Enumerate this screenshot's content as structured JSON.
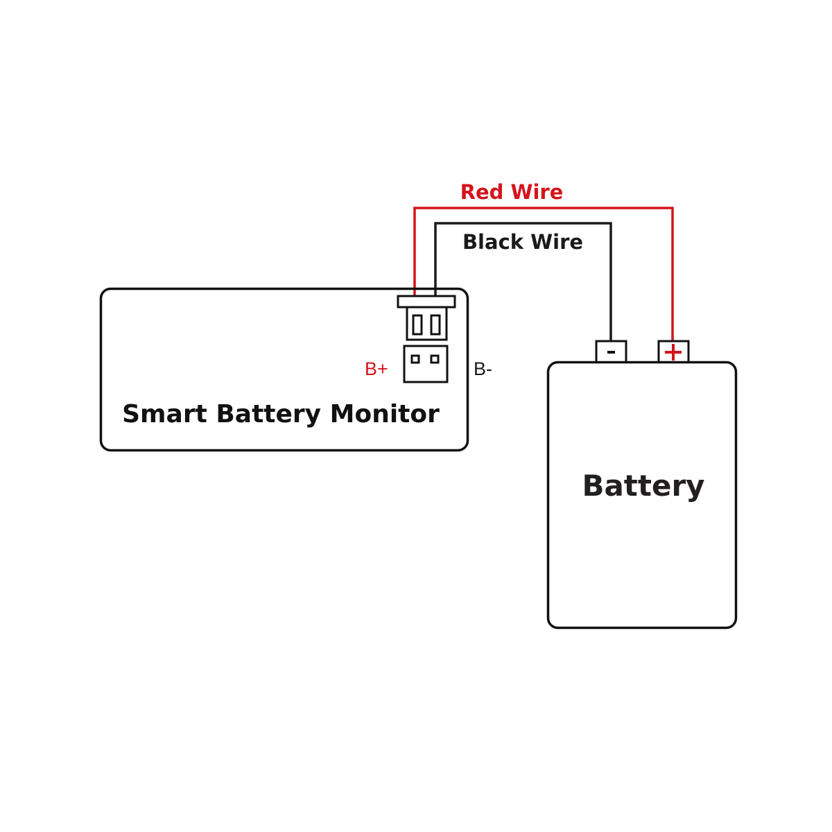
{
  "diagram": {
    "title": "Smart Battery Monitor wiring diagram",
    "colors": {
      "red_wire": "#d4141c",
      "black_wire": "#1a1a1a",
      "outline": "#111111",
      "background": "#ffffff"
    },
    "wires": {
      "red": {
        "label": "Red Wire",
        "from": "B+",
        "to": "+"
      },
      "black": {
        "label": "Black Wire",
        "from": "B-",
        "to": "-"
      }
    },
    "monitor": {
      "label": "Smart Battery Monitor",
      "pins": {
        "positive": "B+",
        "negative": "B-"
      }
    },
    "battery": {
      "label": "Battery",
      "terminals": {
        "negative": "-",
        "positive": "+"
      }
    }
  }
}
